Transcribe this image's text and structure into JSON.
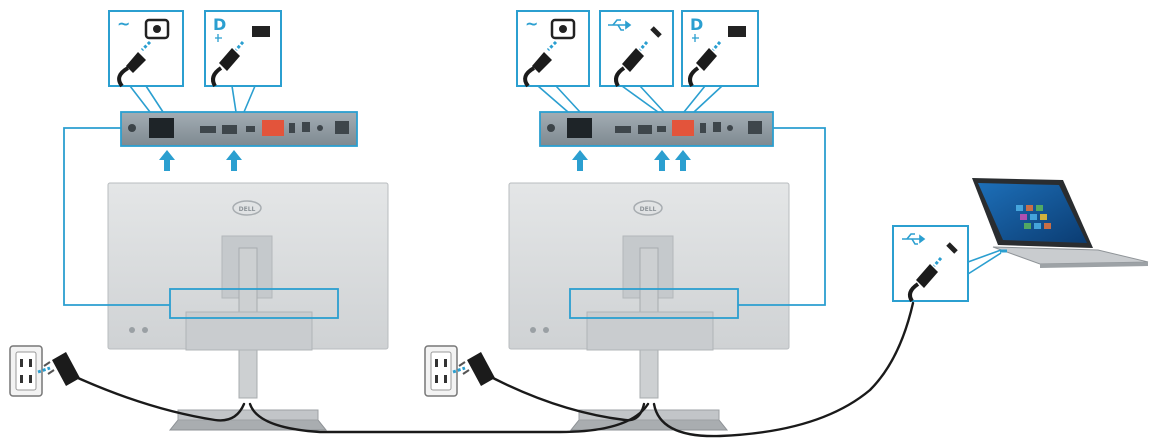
{
  "monitor_1": {
    "logo_text": "DELL",
    "callouts": [
      {
        "icon": "ac-power-icon",
        "glyph": "~"
      },
      {
        "icon": "displayport-icon",
        "glyph": "D"
      }
    ]
  },
  "monitor_2": {
    "logo_text": "DELL",
    "callouts": [
      {
        "icon": "ac-power-icon",
        "glyph": "~"
      },
      {
        "icon": "usb-icon",
        "glyph": "⭬"
      },
      {
        "icon": "displayport-icon",
        "glyph": "D"
      }
    ]
  },
  "laptop": {
    "callouts": [
      {
        "icon": "usb-icon"
      }
    ]
  },
  "colors": {
    "accent": "#2b9fd0",
    "port_panel": "#8f9aa2",
    "monitor_back": "#d6d8d9",
    "stand": "#bfc3c5",
    "cable": "#1a1a1a",
    "port_orange": "#e3543b"
  }
}
